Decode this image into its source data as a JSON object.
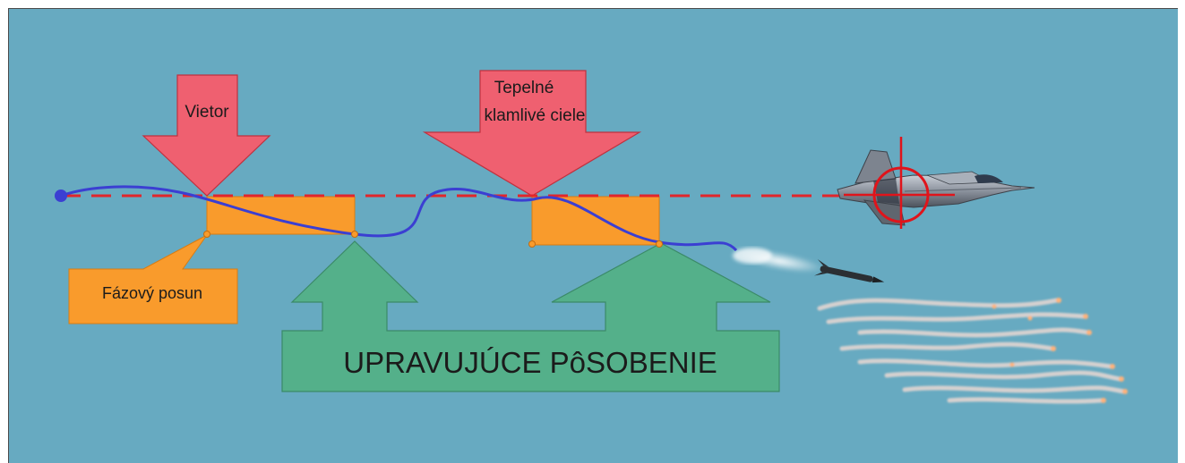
{
  "labels": {
    "wind": "Vietor",
    "flares_line1": "Tepelné",
    "flares_line2": "klamlivé ciele",
    "phase_shift": "Fázový posun",
    "control_action": "UPRAVUJÚCE PôSOBENIE"
  },
  "colors": {
    "background": "#67aac1",
    "red_arrow": "#ef6070",
    "red_line": "#e1262c",
    "orange_block": "#f99b2c",
    "green_arrow": "#54b08a",
    "trajectory": "#3b3fd2",
    "target_reticle": "#e0141b"
  },
  "icons": [
    "jet-aircraft-icon",
    "missile-icon",
    "target-reticle-icon",
    "flares-icon"
  ]
}
